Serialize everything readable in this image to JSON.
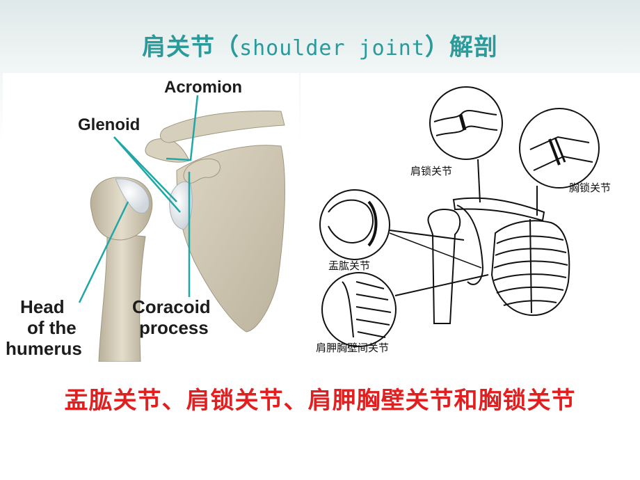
{
  "title": {
    "cn_prefix": "肩关节",
    "paren_open": "（",
    "en": "shoulder joint",
    "paren_close": "）",
    "cn_suffix": "解剖"
  },
  "left_figure": {
    "labels": {
      "acromion": "Acromion",
      "glenoid": "Glenoid",
      "head_line1": "Head",
      "head_line2": "of the",
      "head_line3": "humerus",
      "coracoid_line1": "Coracoid",
      "coracoid_line2": "process"
    }
  },
  "right_figure": {
    "labels": {
      "acromioclavicular": "肩锁关节",
      "sternoclavicular": "胸锁关节",
      "glenohumeral": "盂肱关节",
      "scapulothoracic": "肩胛胸壁间关节"
    }
  },
  "summary": "盂肱关节、肩锁关节、肩胛胸壁关节和胸锁关节",
  "colors": {
    "title": "#2a9a9a",
    "summary": "#e02020",
    "leader_lines": "#1fa6a6",
    "bone": "#d8d0bd"
  }
}
